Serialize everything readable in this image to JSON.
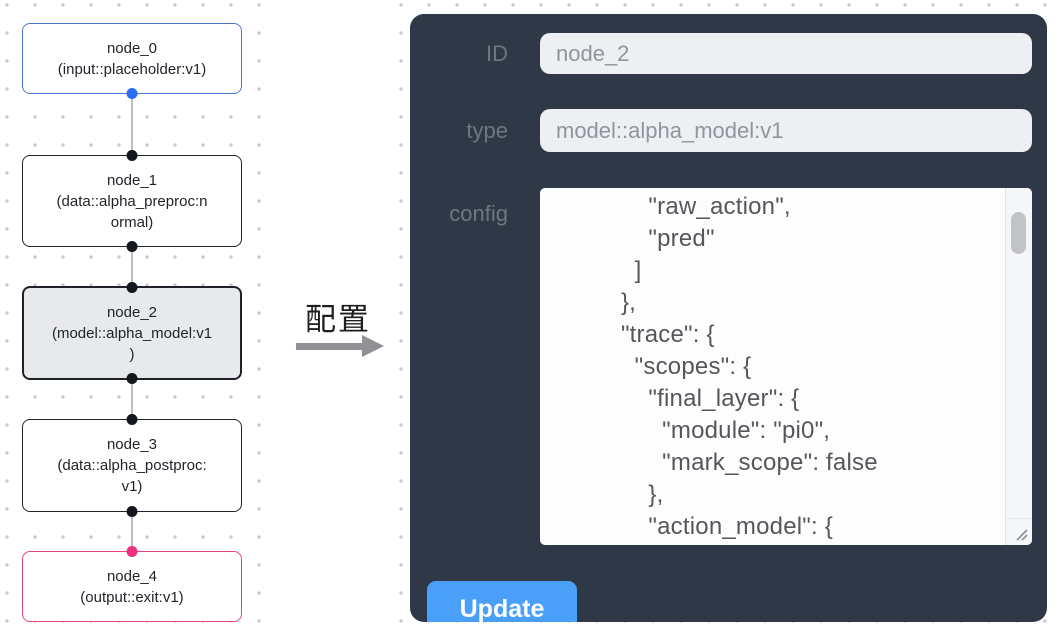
{
  "flow": {
    "nodes": [
      {
        "label": "node_0\n(input::placeholder:v1)"
      },
      {
        "label": "node_1\n(data::alpha_preproc:n\normal)"
      },
      {
        "label": "node_2\n(model::alpha_model:v1\n)"
      },
      {
        "label": "node_3\n(data::alpha_postproc:\nv1)"
      },
      {
        "label": "node_4\n(output::exit:v1)"
      }
    ]
  },
  "transfer": {
    "label": "配置"
  },
  "panel": {
    "id_label": "ID",
    "id_value": "node_2",
    "type_label": "type",
    "type_value": "model::alpha_model:v1",
    "config_label": "config",
    "config_text": "            \"raw_action\",\n            \"pred\"\n          ]\n        },\n        \"trace\": {\n          \"scopes\": {\n            \"final_layer\": {\n              \"module\": \"pi0\",\n              \"mark_scope\": false\n            },\n            \"action_model\": {",
    "update_label": "Update"
  },
  "colors": {
    "panel_bg": "#2e3846",
    "accent_blue": "#4aa0f8",
    "node_border_default": "#20242b",
    "node_border_input": "#4b77d1",
    "node_border_output": "#e9437e",
    "node_selected_bg": "#e8e9eb",
    "port_dark": "#14171d",
    "port_blue": "#2c6cf2",
    "port_pink": "#ef2f80",
    "edge_gray": "#bbbec4"
  }
}
